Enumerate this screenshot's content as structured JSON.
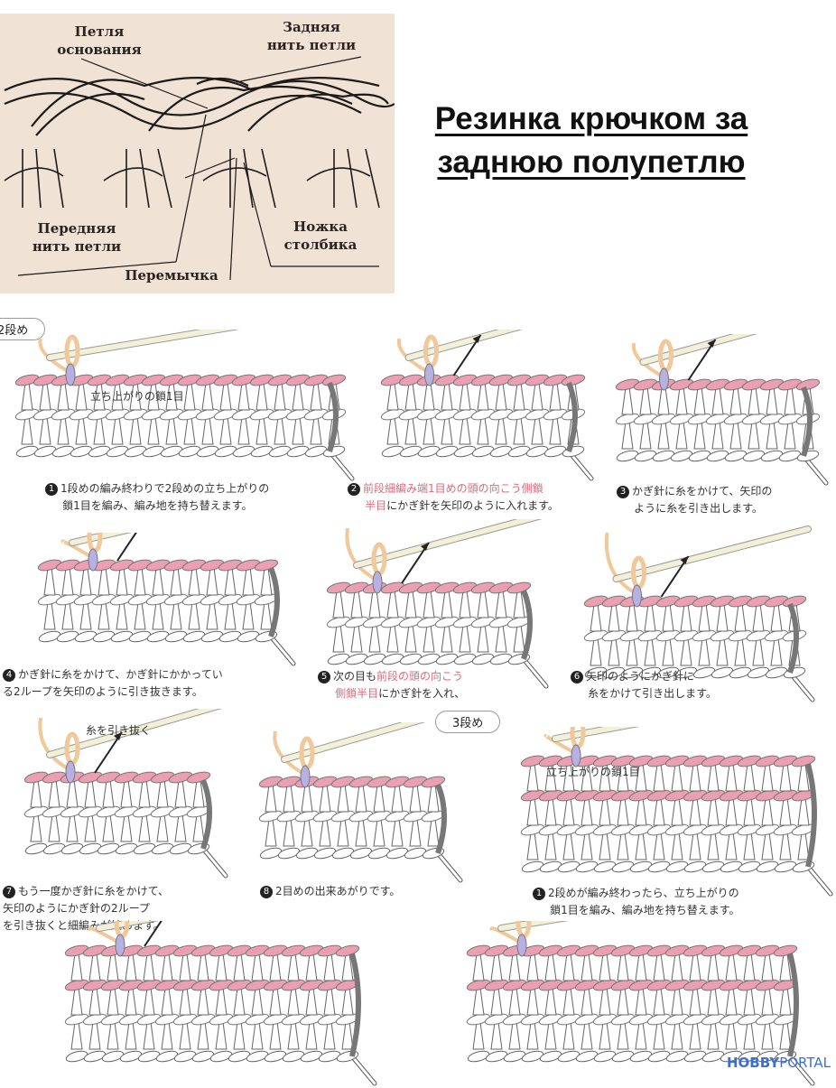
{
  "title": "Резинка крючком за заднюю полупетлю",
  "anatomy": {
    "labels": {
      "base_loop": "Петля основания",
      "back_thread": "Задняя нить петли",
      "front_thread": "Передняя нить петли",
      "post": "Ножка столбика",
      "bridge": "Перемычка"
    }
  },
  "steps_row2": {
    "badge": "2段め",
    "steps": [
      {
        "num": "1",
        "lines": [
          "1段めの編み終わりで2段めの立ち上がりの",
          "鎖1目を編み、編み地を持ち替えます。"
        ],
        "note": "立ち上がりの鎖1目"
      },
      {
        "num": "2",
        "hl": "前段細編み端1目めの頭の向こう側鎖",
        "line1_rest": "",
        "line2_hl": "半目",
        "line2_rest": "にかぎ針を矢印のように入れます。"
      },
      {
        "num": "3",
        "lines": [
          "かぎ針に糸をかけて、矢印の",
          "ように糸を引き出します。"
        ]
      },
      {
        "num": "4",
        "lines": [
          "かぎ針に糸をかけて、かぎ針にかかってい",
          "る2ループを矢印のように引き抜きます。"
        ]
      },
      {
        "num": "5",
        "pre": "次の目も",
        "hl": "前段の頭の向こう",
        "line2_hl": "側鎖半目",
        "line2_rest": "にかぎ針を入れ、"
      },
      {
        "num": "6",
        "lines": [
          "矢印のようにかぎ針に",
          "糸をかけて引き出します。"
        ]
      },
      {
        "num": "7",
        "lines": [
          "もう一度かぎ針に糸をかけて、",
          "矢印のようにかぎ針の2ループ",
          "を引き抜くと細編みが編めます。"
        ],
        "note": "糸を引き抜く"
      },
      {
        "num": "8",
        "lines": [
          "2目めの出来あがりです。"
        ]
      }
    ]
  },
  "steps_row3": {
    "badge": "3段め",
    "steps": [
      {
        "num": "1",
        "lines": [
          "2段めが編み終わったら、立ち上がりの",
          "鎖1目を編み、編み地を持ち替えます。"
        ],
        "note": "立ち上がりの鎖1目"
      }
    ]
  },
  "logo": {
    "part1": "HOBBY",
    "part2": "PORTAL"
  },
  "colors": {
    "pink": "#ec9fb3",
    "lavender": "#b7b1e3",
    "yarn": "#f1c89a",
    "hook": "#f3f0d8",
    "logo": "#3b6fd6",
    "anatomy_bg": "#f1e2d6"
  }
}
